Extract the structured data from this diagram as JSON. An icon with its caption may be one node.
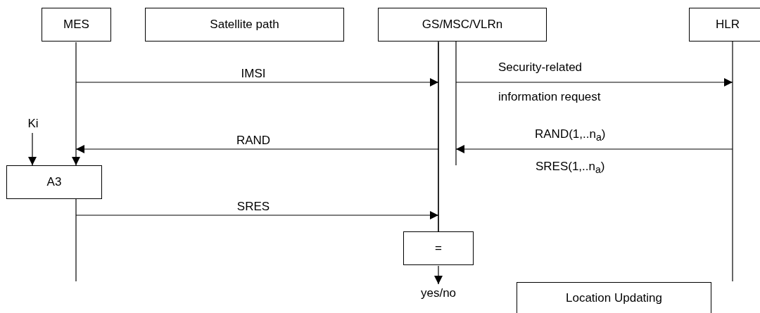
{
  "diagram": {
    "nodes": [
      {
        "text": [
          "MES"
        ]
      },
      {
        "text": [
          "Satellite path"
        ]
      },
      {
        "text": [
          "GS/MSC/VLRn"
        ]
      },
      {
        "text": [
          "HLR"
        ]
      },
      {
        "text": [
          "Ki"
        ]
      },
      {
        "text": [
          "A3"
        ]
      },
      {
        "text": [
          "="
        ]
      },
      {
        "text": [
          "yes/no"
        ]
      },
      {
        "text": [
          "Location Updating"
        ]
      }
    ],
    "edges": [
      {
        "from": 0,
        "to": 2,
        "arrow": "to",
        "label": "IMSI"
      },
      {
        "from": 2,
        "to": 3,
        "arrow": "to",
        "label": "Security-related information request"
      },
      {
        "from": 3,
        "to": 2,
        "arrow": "to",
        "label": "RAND(1,..n$_{a}$) SRES(1,..n$_{a}$)"
      },
      {
        "from": 2,
        "to": 0,
        "arrow": "to",
        "label": "RAND"
      },
      {
        "from": 4,
        "to": 5,
        "arrow": "to"
      },
      {
        "from": 0,
        "to": 5,
        "arrow": "to"
      },
      {
        "from": 0,
        "to": 2,
        "arrow": "to",
        "label": "SRES"
      },
      {
        "from": 2,
        "to": 6,
        "arrow": "none"
      },
      {
        "from": 6,
        "to": 7,
        "arrow": "to"
      }
    ]
  }
}
